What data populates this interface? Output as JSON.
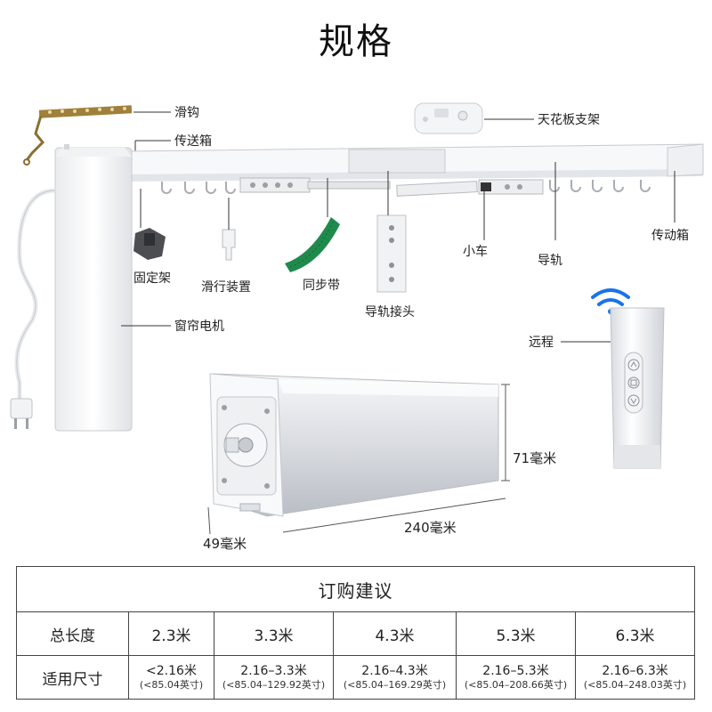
{
  "title": "规格",
  "labels": {
    "hook": "滑钩",
    "gearbox": "传送箱",
    "ceiling_bracket": "天花板支架",
    "transmission_box": "传动箱",
    "fixing_bracket": "固定架",
    "glider": "滑行装置",
    "sync_belt": "同步带",
    "rail_joint": "导轨接头",
    "trolley": "小车",
    "rail": "导轨",
    "motor": "窗帘电机",
    "remote": "远程"
  },
  "dimensions": {
    "height": "71毫米",
    "length": "240毫米",
    "width": "49毫米"
  },
  "table": {
    "header": "订购建议",
    "row1_label": "总长度",
    "row2_label": "适用尺寸",
    "columns": [
      {
        "length": "2.3米",
        "size": "<2.16米",
        "size_inch": "(<85.04英寸)"
      },
      {
        "length": "3.3米",
        "size": "2.16–3.3米",
        "size_inch": "(<85.04–129.92英寸)"
      },
      {
        "length": "4.3米",
        "size": "2.16–4.3米",
        "size_inch": "(<85.04–169.29英寸)"
      },
      {
        "length": "5.3米",
        "size": "2.16–5.3米",
        "size_inch": "(<85.04–208.66英寸)"
      },
      {
        "length": "6.3米",
        "size": "2.16–6.3米",
        "size_inch": "(<85.04–248.03英寸)"
      }
    ]
  }
}
